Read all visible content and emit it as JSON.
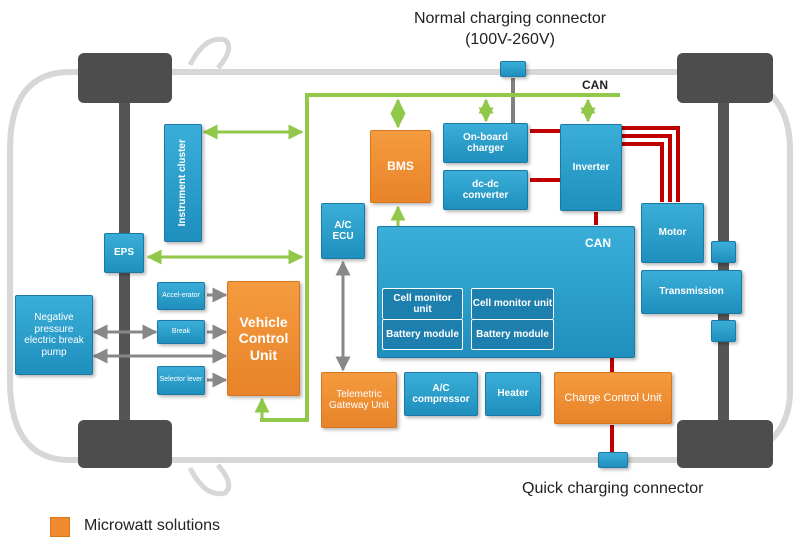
{
  "connectors": {
    "normal_line1": "Normal charging connector",
    "normal_line2": "(100V-260V)",
    "quick": "Quick charging connector"
  },
  "can_labels": {
    "outer": "CAN",
    "inner": "CAN"
  },
  "components": {
    "instrument_cluster": "Instrument cluster",
    "eps": "EPS",
    "negative_pressure": "Negative pressure electric break pump",
    "accelerator": "Accel-erator",
    "break": "Break",
    "selector_lever": "Selector lever",
    "vcu": "Vehicle Control Unit",
    "ac_ecu": "A/C ECU",
    "bms": "BMS",
    "onboard_charger": "On-board charger",
    "dcdc": "dc-dc converter",
    "inverter": "Inverter",
    "motor": "Motor",
    "transmission": "Transmission",
    "cell_monitor_1": "Cell monitor unit",
    "battery_module_1": "Battery module",
    "cell_monitor_2": "Cell monitor unit",
    "battery_module_2": "Battery module",
    "telematic": "Telemetric Gateway Unit",
    "ac_compressor": "A/C compressor",
    "heater": "Heater",
    "charge_control": "Charge Control Unit"
  },
  "legend": {
    "label": "Microwatt solutions"
  },
  "colors": {
    "microwatt": "#f08a2e",
    "component": "#2a9fd0",
    "can_bus": "#92c84a",
    "power": "#c00000",
    "signal": "#808080"
  }
}
